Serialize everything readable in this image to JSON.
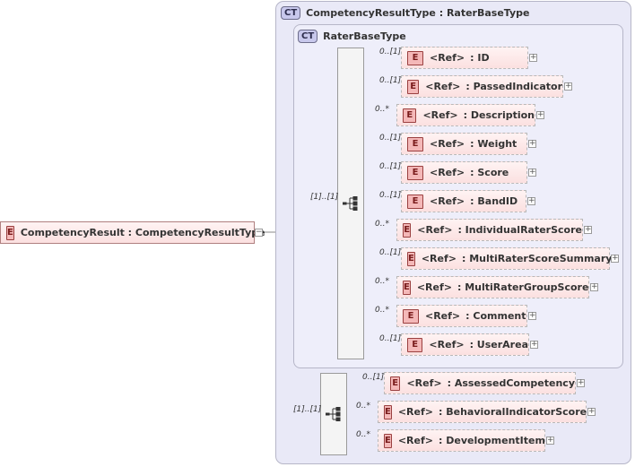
{
  "root": {
    "badge": "E",
    "label": "CompetencyResult : CompetencyResultType",
    "toggle": "−"
  },
  "outer_type": {
    "badge": "CT",
    "title": "CompetencyResultType : RaterBaseType"
  },
  "inner_type": {
    "badge": "CT",
    "title": "RaterBaseType"
  },
  "sequence_1_card": "[1]..[1]",
  "sequence_2_card": "[1]..[1]",
  "ref_label": "<Ref>",
  "expand_symbol": "+",
  "inner_elements": [
    {
      "card": "0..[1]",
      "name": ": ID"
    },
    {
      "card": "0..[1]",
      "name": ": PassedIndicator"
    },
    {
      "card": "0..*",
      "name": ": Description"
    },
    {
      "card": "0..[1]",
      "name": ": Weight"
    },
    {
      "card": "0..[1]",
      "name": ": Score"
    },
    {
      "card": "0..[1]",
      "name": ": BandID"
    },
    {
      "card": "0..*",
      "name": ": IndividualRaterScore"
    },
    {
      "card": "0..[1]",
      "name": ": MultiRaterScoreSummary"
    },
    {
      "card": "0..*",
      "name": ": MultiRaterGroupScore"
    },
    {
      "card": "0..*",
      "name": ": Comment"
    },
    {
      "card": "0..[1]",
      "name": ": UserArea"
    }
  ],
  "outer_elements": [
    {
      "card": "0..[1]",
      "name": ": AssessedCompetency"
    },
    {
      "card": "0..*",
      "name": ": BehavioralIndicatorScore"
    },
    {
      "card": "0..*",
      "name": ": DevelopmentItem"
    }
  ]
}
